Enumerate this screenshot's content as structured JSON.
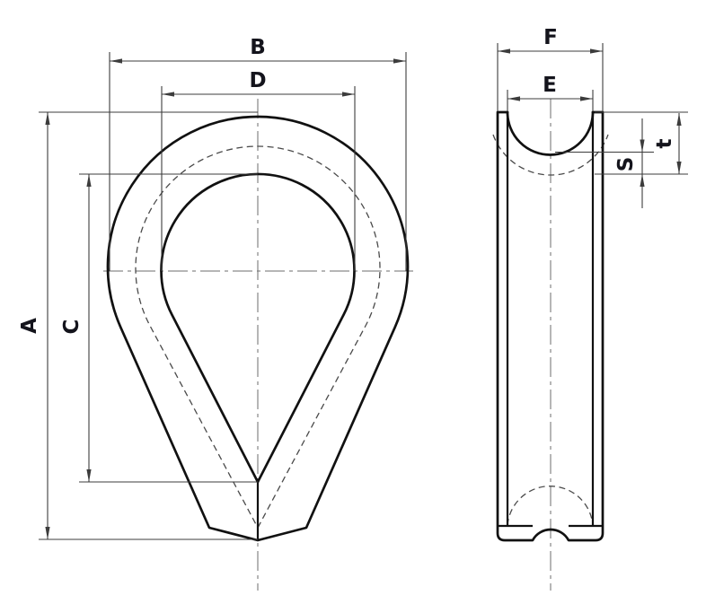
{
  "drawing": {
    "view_count": 2
  },
  "dimensions": {
    "A": "A",
    "B": "B",
    "C": "C",
    "D": "D",
    "E": "E",
    "F": "F",
    "S": "S",
    "t": "t"
  },
  "colors": {
    "bg": "#ffffff",
    "outline": "#111111",
    "dim": "#3c3c3c",
    "hidden": "#4a4a4a",
    "center": "#6e6e6e",
    "label": "#14141c"
  }
}
